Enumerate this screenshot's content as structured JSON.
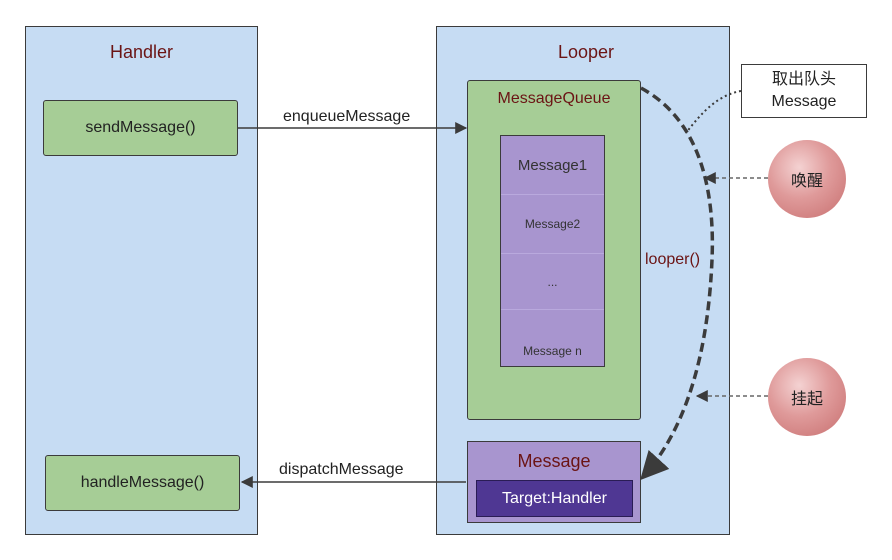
{
  "handler": {
    "title": "Handler",
    "send_label": "sendMessage()",
    "handle_label": "handleMessage()"
  },
  "looper": {
    "title": "Looper",
    "queue_title": "MessageQueue",
    "queue_items": [
      "Message1",
      "Message2",
      "...",
      "Message n"
    ],
    "loop_label": "looper()",
    "message_title": "Message",
    "message_target": "Target:Handler"
  },
  "edges": {
    "enqueue": "enqueueMessage",
    "dispatch": "dispatchMessage"
  },
  "annotations": {
    "take_head_line1": "取出队头",
    "take_head_line2": "Message",
    "wake": "唤醒",
    "suspend": "挂起"
  }
}
